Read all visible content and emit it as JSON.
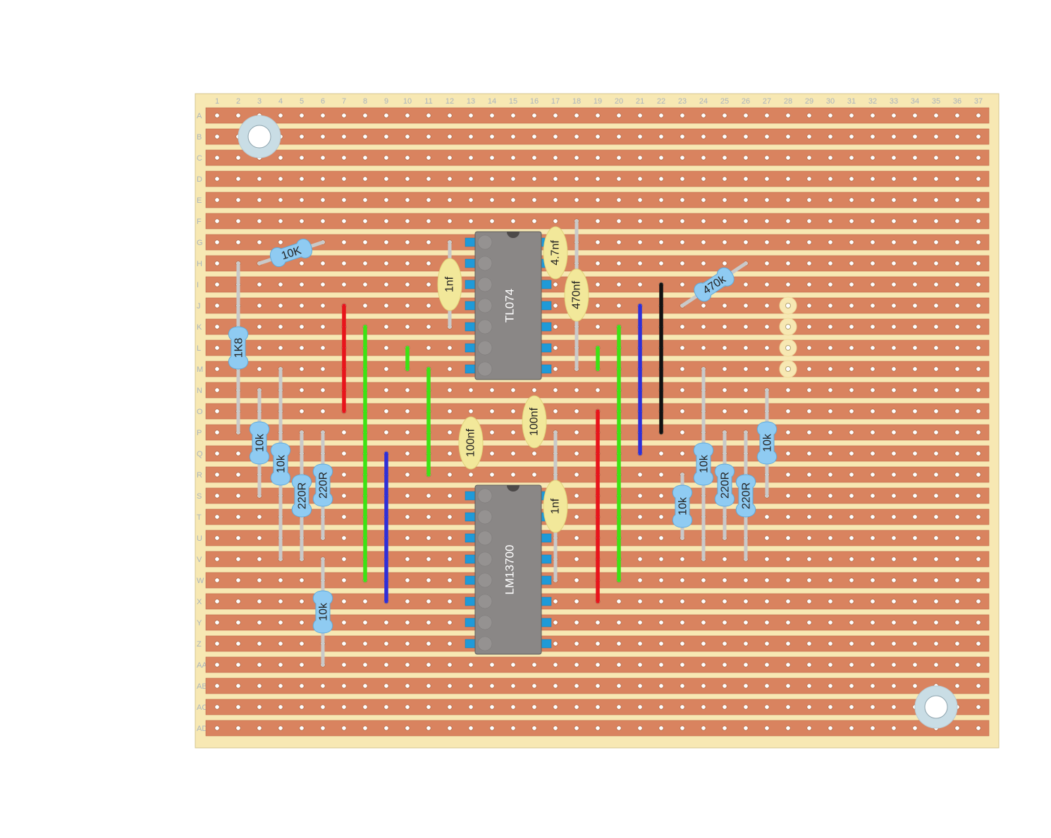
{
  "board": {
    "columns": [
      "1",
      "2",
      "3",
      "4",
      "5",
      "6",
      "7",
      "8",
      "9",
      "10",
      "11",
      "12",
      "13",
      "14",
      "15",
      "16",
      "17",
      "18",
      "19",
      "20",
      "21",
      "22",
      "23",
      "24",
      "25",
      "26",
      "27",
      "28",
      "29",
      "30",
      "31",
      "32",
      "33",
      "34",
      "35",
      "36",
      "37"
    ],
    "rows": [
      "A",
      "B",
      "C",
      "D",
      "E",
      "F",
      "G",
      "H",
      "I",
      "J",
      "K",
      "L",
      "M",
      "N",
      "O",
      "P",
      "Q",
      "R",
      "S",
      "T",
      "U",
      "V",
      "W",
      "X",
      "Y",
      "Z",
      "AA",
      "AB",
      "AC",
      "AD"
    ],
    "colors": {
      "board": "#f7e8b3",
      "strip": "#d9835f",
      "hole": "#ffffff",
      "resistor": "#8fcbf2",
      "capacitor": "#f2e89a",
      "ic_body": "#8a8786",
      "ic_pin": "#1f9ad8",
      "lead": "#c9c9c9"
    },
    "mounting_holes": [
      {
        "col": 3,
        "row": "B"
      },
      {
        "col": 35,
        "row": "AC"
      }
    ],
    "ics": [
      {
        "label": "TL074",
        "pin1_col": 14,
        "top_row": "G",
        "pins_per_side": 7
      },
      {
        "label": "LM13700",
        "pin1_col": 14,
        "top_row": "S",
        "pins_per_side": 8
      }
    ],
    "resistors": [
      {
        "label": "10K",
        "from": [
          3,
          "H"
        ],
        "to": [
          6,
          "G"
        ]
      },
      {
        "label": "1K8",
        "from": [
          2,
          "H"
        ],
        "to": [
          2,
          "P"
        ]
      },
      {
        "label": "10k",
        "from": [
          3,
          "N"
        ],
        "to": [
          3,
          "S"
        ]
      },
      {
        "label": "10k",
        "from": [
          4,
          "M"
        ],
        "to": [
          4,
          "V"
        ]
      },
      {
        "label": "220R",
        "from": [
          5,
          "P"
        ],
        "to": [
          5,
          "V"
        ]
      },
      {
        "label": "220R",
        "from": [
          6,
          "P"
        ],
        "to": [
          6,
          "U"
        ]
      },
      {
        "label": "10k",
        "from": [
          6,
          "V"
        ],
        "to": [
          6,
          "AA"
        ]
      },
      {
        "label": "470k",
        "from": [
          23,
          "J"
        ],
        "to": [
          26,
          "H"
        ]
      },
      {
        "label": "10k",
        "from": [
          23,
          "R"
        ],
        "to": [
          23,
          "U"
        ]
      },
      {
        "label": "10k",
        "from": [
          24,
          "M"
        ],
        "to": [
          24,
          "V"
        ]
      },
      {
        "label": "220R",
        "from": [
          25,
          "P"
        ],
        "to": [
          25,
          "U"
        ]
      },
      {
        "label": "220R",
        "from": [
          26,
          "P"
        ],
        "to": [
          26,
          "V"
        ]
      },
      {
        "label": "10k",
        "from": [
          27,
          "N"
        ],
        "to": [
          27,
          "S"
        ]
      }
    ],
    "capacitors": [
      {
        "label": "1nf",
        "from": [
          12,
          "G"
        ],
        "to": [
          12,
          "K"
        ]
      },
      {
        "label": "4.7nf",
        "from": [
          17,
          "G"
        ],
        "to": [
          17,
          "H"
        ]
      },
      {
        "label": "470nf",
        "from": [
          18,
          "F"
        ],
        "to": [
          18,
          "M"
        ]
      },
      {
        "label": "100nf",
        "from": [
          13,
          "P"
        ],
        "to": [
          13,
          "Q"
        ]
      },
      {
        "label": "100nf",
        "from": [
          16,
          "O"
        ],
        "to": [
          16,
          "P"
        ]
      },
      {
        "label": "1nf",
        "from": [
          17,
          "P"
        ],
        "to": [
          17,
          "W"
        ]
      }
    ],
    "wires": [
      {
        "color": "#e8141b",
        "col": 7,
        "from": "J",
        "to": "O"
      },
      {
        "color": "#3ce314",
        "col": 8,
        "from": "K",
        "to": "W"
      },
      {
        "color": "#2f2fd8",
        "col": 9,
        "from": "Q",
        "to": "X"
      },
      {
        "color": "#3ce314",
        "col": 10,
        "from": "L",
        "to": "M"
      },
      {
        "color": "#3ce314",
        "col": 11,
        "from": "M",
        "to": "R"
      },
      {
        "color": "#3ce314",
        "col": 19,
        "from": "L",
        "to": "M"
      },
      {
        "color": "#e8141b",
        "col": 19,
        "from": "O",
        "to": "X"
      },
      {
        "color": "#3ce314",
        "col": 20,
        "from": "K",
        "to": "W"
      },
      {
        "color": "#2f2fd8",
        "col": 21,
        "from": "J",
        "to": "Q"
      },
      {
        "color": "#111111",
        "col": 22,
        "from": "I",
        "to": "P"
      }
    ],
    "pads": [
      {
        "col": 28,
        "row": "J"
      },
      {
        "col": 28,
        "row": "K"
      },
      {
        "col": 28,
        "row": "L"
      },
      {
        "col": 28,
        "row": "M"
      }
    ]
  }
}
